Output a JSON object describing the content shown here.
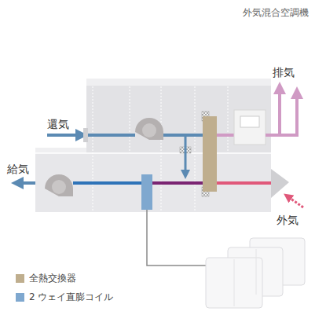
{
  "diagram": {
    "title": "外気混合空調機",
    "labels": [
      "還気",
      "給気",
      "排気",
      "外気"
    ],
    "legend": [
      {
        "text": "全熱交換器",
        "color": "#bfae8e"
      },
      {
        "text": "2 ウェイ直膨コイル",
        "color": "#7fa8cf"
      }
    ]
  }
}
